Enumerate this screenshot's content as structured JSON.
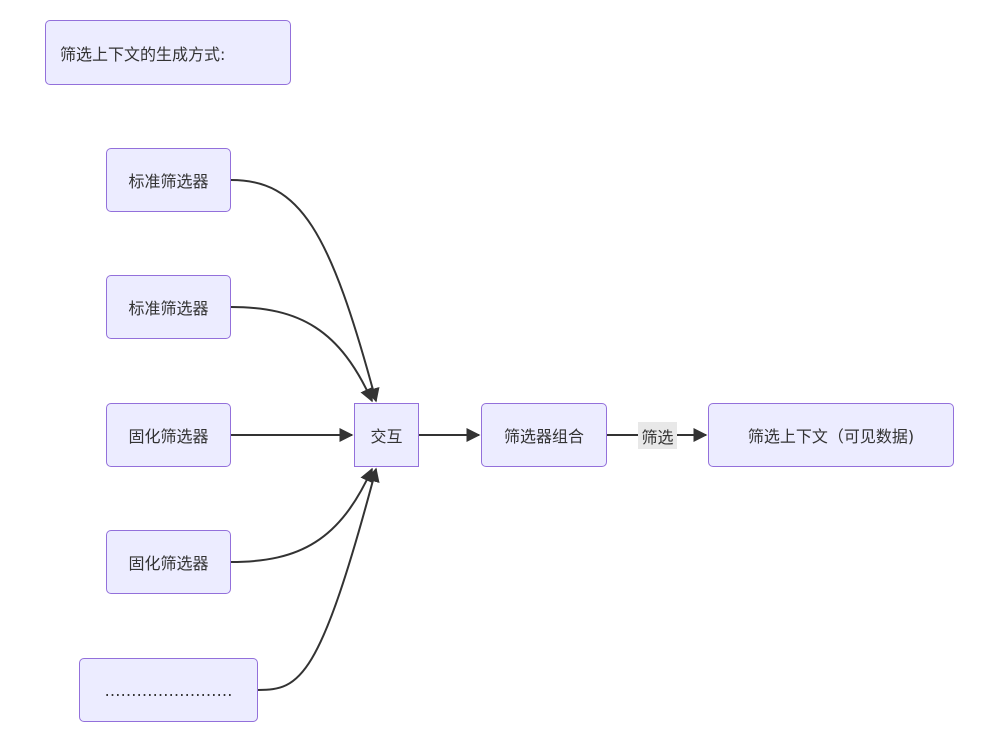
{
  "diagram": {
    "title_note": "筛选上下文的生成方式:",
    "sources": [
      {
        "label": "标准筛选器"
      },
      {
        "label": "标准筛选器"
      },
      {
        "label": "固化筛选器"
      },
      {
        "label": "固化筛选器"
      },
      {
        "label": "……………………"
      }
    ],
    "interaction": "交互",
    "filter_combination": "筛选器组合",
    "edge_label": "筛选",
    "result": "筛选上下文（可见数据)"
  },
  "colors": {
    "node_fill": "#ececff",
    "node_border": "#9370db",
    "edge": "#333333",
    "label_bg": "#e8e8e8",
    "text": "#333333"
  }
}
